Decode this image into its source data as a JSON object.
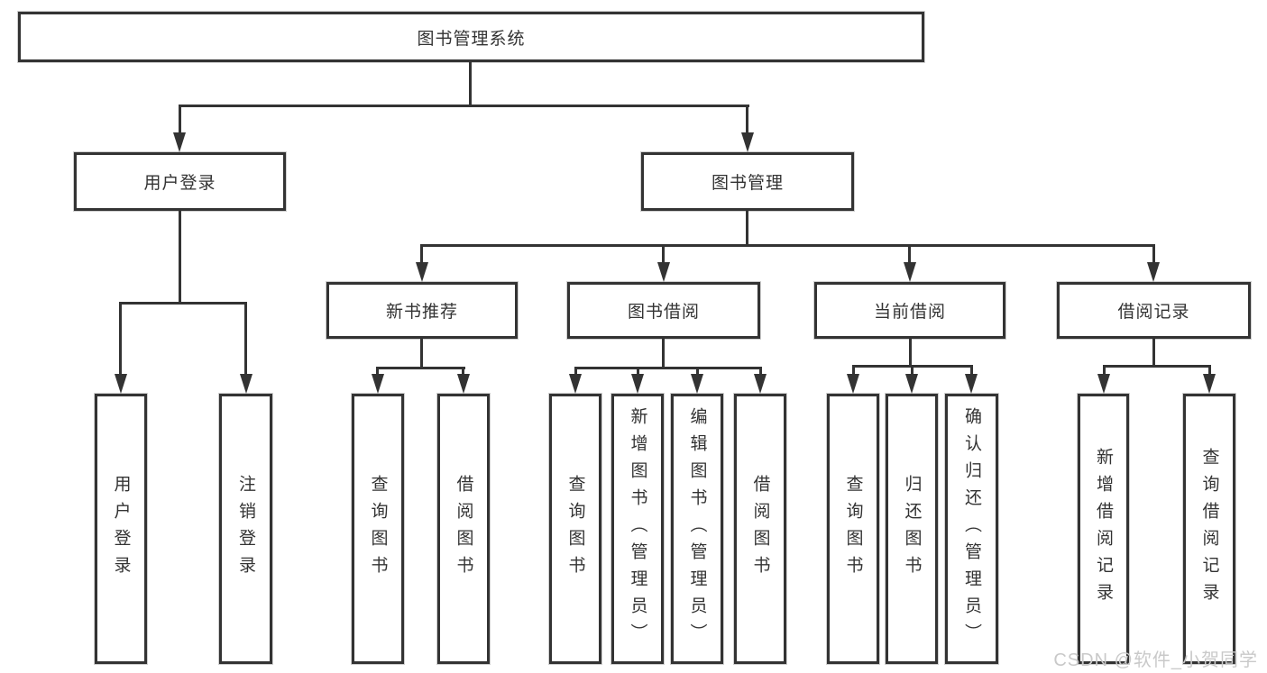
{
  "diagram": {
    "root": {
      "label": "图书管理系统"
    },
    "level2": [
      {
        "label": "用户登录"
      },
      {
        "label": "图书管理"
      }
    ],
    "level3": [
      {
        "label": "新书推荐"
      },
      {
        "label": "图书借阅"
      },
      {
        "label": "当前借阅"
      },
      {
        "label": "借阅记录"
      }
    ],
    "leaves": {
      "user": [
        "用户登录",
        "注销登录"
      ],
      "recommend": [
        "查询图书",
        "借阅图书"
      ],
      "borrow": [
        "查询图书",
        "新增图书（管理员）",
        "编辑图书（管理员）",
        "借阅图书"
      ],
      "current": [
        "查询图书",
        "归还图书",
        "确认归还（管理员）"
      ],
      "records": [
        "新增借阅记录",
        "查询借阅记录"
      ]
    }
  },
  "watermark": {
    "text": "CSDN @软件_小贺同学"
  },
  "colors": {
    "line": "#333333",
    "text": "#333333",
    "watermark": "#c9c9c9",
    "background": "#ffffff"
  }
}
